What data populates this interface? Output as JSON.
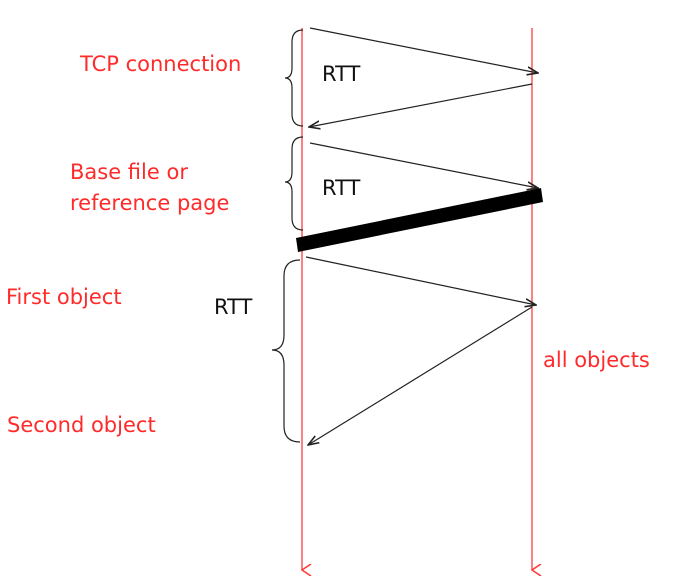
{
  "colors": {
    "timeline": "#ff3b3b",
    "label_red": "#ff2a2a",
    "message": "#222222",
    "bar": "#000000"
  },
  "labels": {
    "tcp_connection": "TCP connection",
    "base_file_line1": "Base file or",
    "base_file_line2": "reference page",
    "first_object": "First object",
    "second_object": "Second object",
    "all_objects": "all objects"
  },
  "rtt": {
    "tcp": "RTT",
    "base": "RTT",
    "objects": "RTT"
  }
}
